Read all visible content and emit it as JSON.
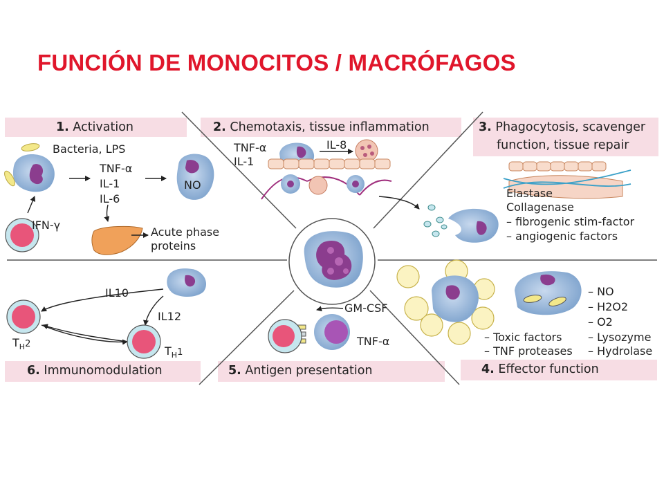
{
  "slide": {
    "title": "FUNCIÓN DE MONOCITOS / MACRÓFAGOS"
  },
  "panels": [
    {
      "num": "1.",
      "title": "Activation"
    },
    {
      "num": "2.",
      "title": "Chemotaxis, tissue inflammation"
    },
    {
      "num": "3.",
      "title": "Phagocytosis, scavenger",
      "title2": "function, tissue repair"
    },
    {
      "num": "4.",
      "title": "Effector function"
    },
    {
      "num": "5.",
      "title": "Antigen presentation"
    },
    {
      "num": "6.",
      "title": "Immunomodulation"
    }
  ],
  "activation": {
    "stimulus": "Bacteria, LPS",
    "cytokine_1": "TNF-α",
    "cytokine_2": "IL-1",
    "cytokine_3": "IL-6",
    "product": "NO",
    "inducer": "IFN-γ",
    "outcome_1": "Acute phase",
    "outcome_2": "proteins"
  },
  "chemotaxis": {
    "signal_1": "TNF-α",
    "signal_2": "IL-1",
    "chemokine": "IL-8"
  },
  "phagocytosis": {
    "items": [
      "Elastase",
      "Collagenase",
      "– fibrogenic stim-factor",
      "– angiogenic factors"
    ]
  },
  "effector": {
    "left_items": [
      "– Toxic factors",
      "– TNF proteases"
    ],
    "right_items": [
      "– NO",
      "– H2O2",
      "– O2",
      "– Lysozyme",
      "– Hydrolase"
    ]
  },
  "antigen": {
    "signal_1": "GM-CSF",
    "signal_2": "TNF-α"
  },
  "immuno": {
    "signal_1": "IL10",
    "signal_2": "IL12",
    "th2_main": "T",
    "th2_sub": "H",
    "th2_sup": "2",
    "th1_main": "T",
    "th1_sub": "H",
    "th1_sup": "1"
  },
  "colors": {
    "title": "#e0162b",
    "band": "#f7dde4",
    "macrophage": "#8fb3d8",
    "nucleus": "#8b3d8e",
    "lymphocyte": "#e8557a"
  }
}
